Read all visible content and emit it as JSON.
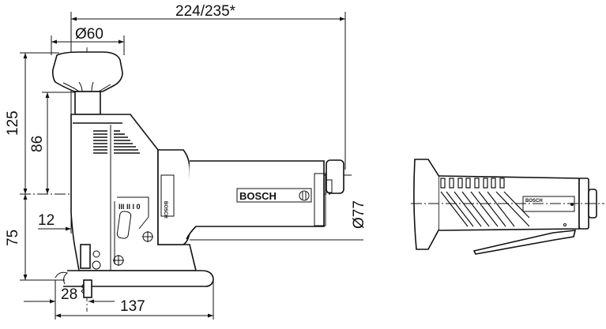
{
  "drawing": {
    "dimensions": {
      "overall_length": "224/235*",
      "knob_diameter": "Ø60",
      "total_height": "125",
      "handle_height": "86",
      "lower_height": "75",
      "blade_offset": "12",
      "front_offset": "28",
      "base_length": "137",
      "body_diameter": "Ø77"
    },
    "side_view": {
      "brand": "BOSCH",
      "switch_positions": "III II I 0",
      "vertical_brand": "BOSCH"
    },
    "rear_view": {
      "brand": "BOSCH"
    }
  },
  "colors": {
    "line": "#111111",
    "background": "#ffffff"
  }
}
